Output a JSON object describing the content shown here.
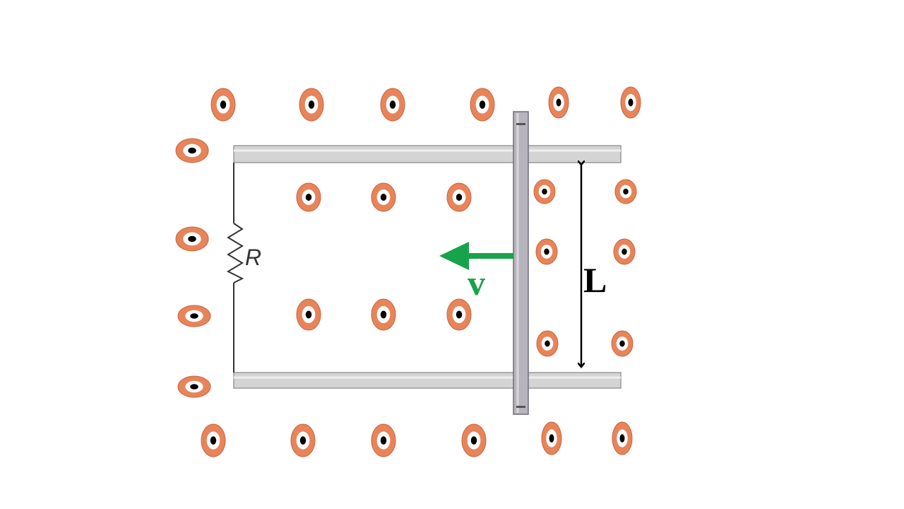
{
  "labels": {
    "resistor": "R",
    "velocity": "v",
    "length": "L"
  },
  "colors": {
    "field_ring": "#e8845a",
    "field_ring_edge": "#c9633c",
    "field_inner": "#ffffff",
    "field_dot": "#000000",
    "rail_fill": "#d0d0d0",
    "rail_edge": "#9a9a9a",
    "rod_fill": "#b6b3bd",
    "rod_edge": "#6f6c76",
    "velocity_arrow": "#16a34a",
    "wire": "#333333",
    "dimension_arrow": "#000000"
  },
  "field": {
    "direction": "out of page",
    "symbol": "dot-in-circle"
  }
}
